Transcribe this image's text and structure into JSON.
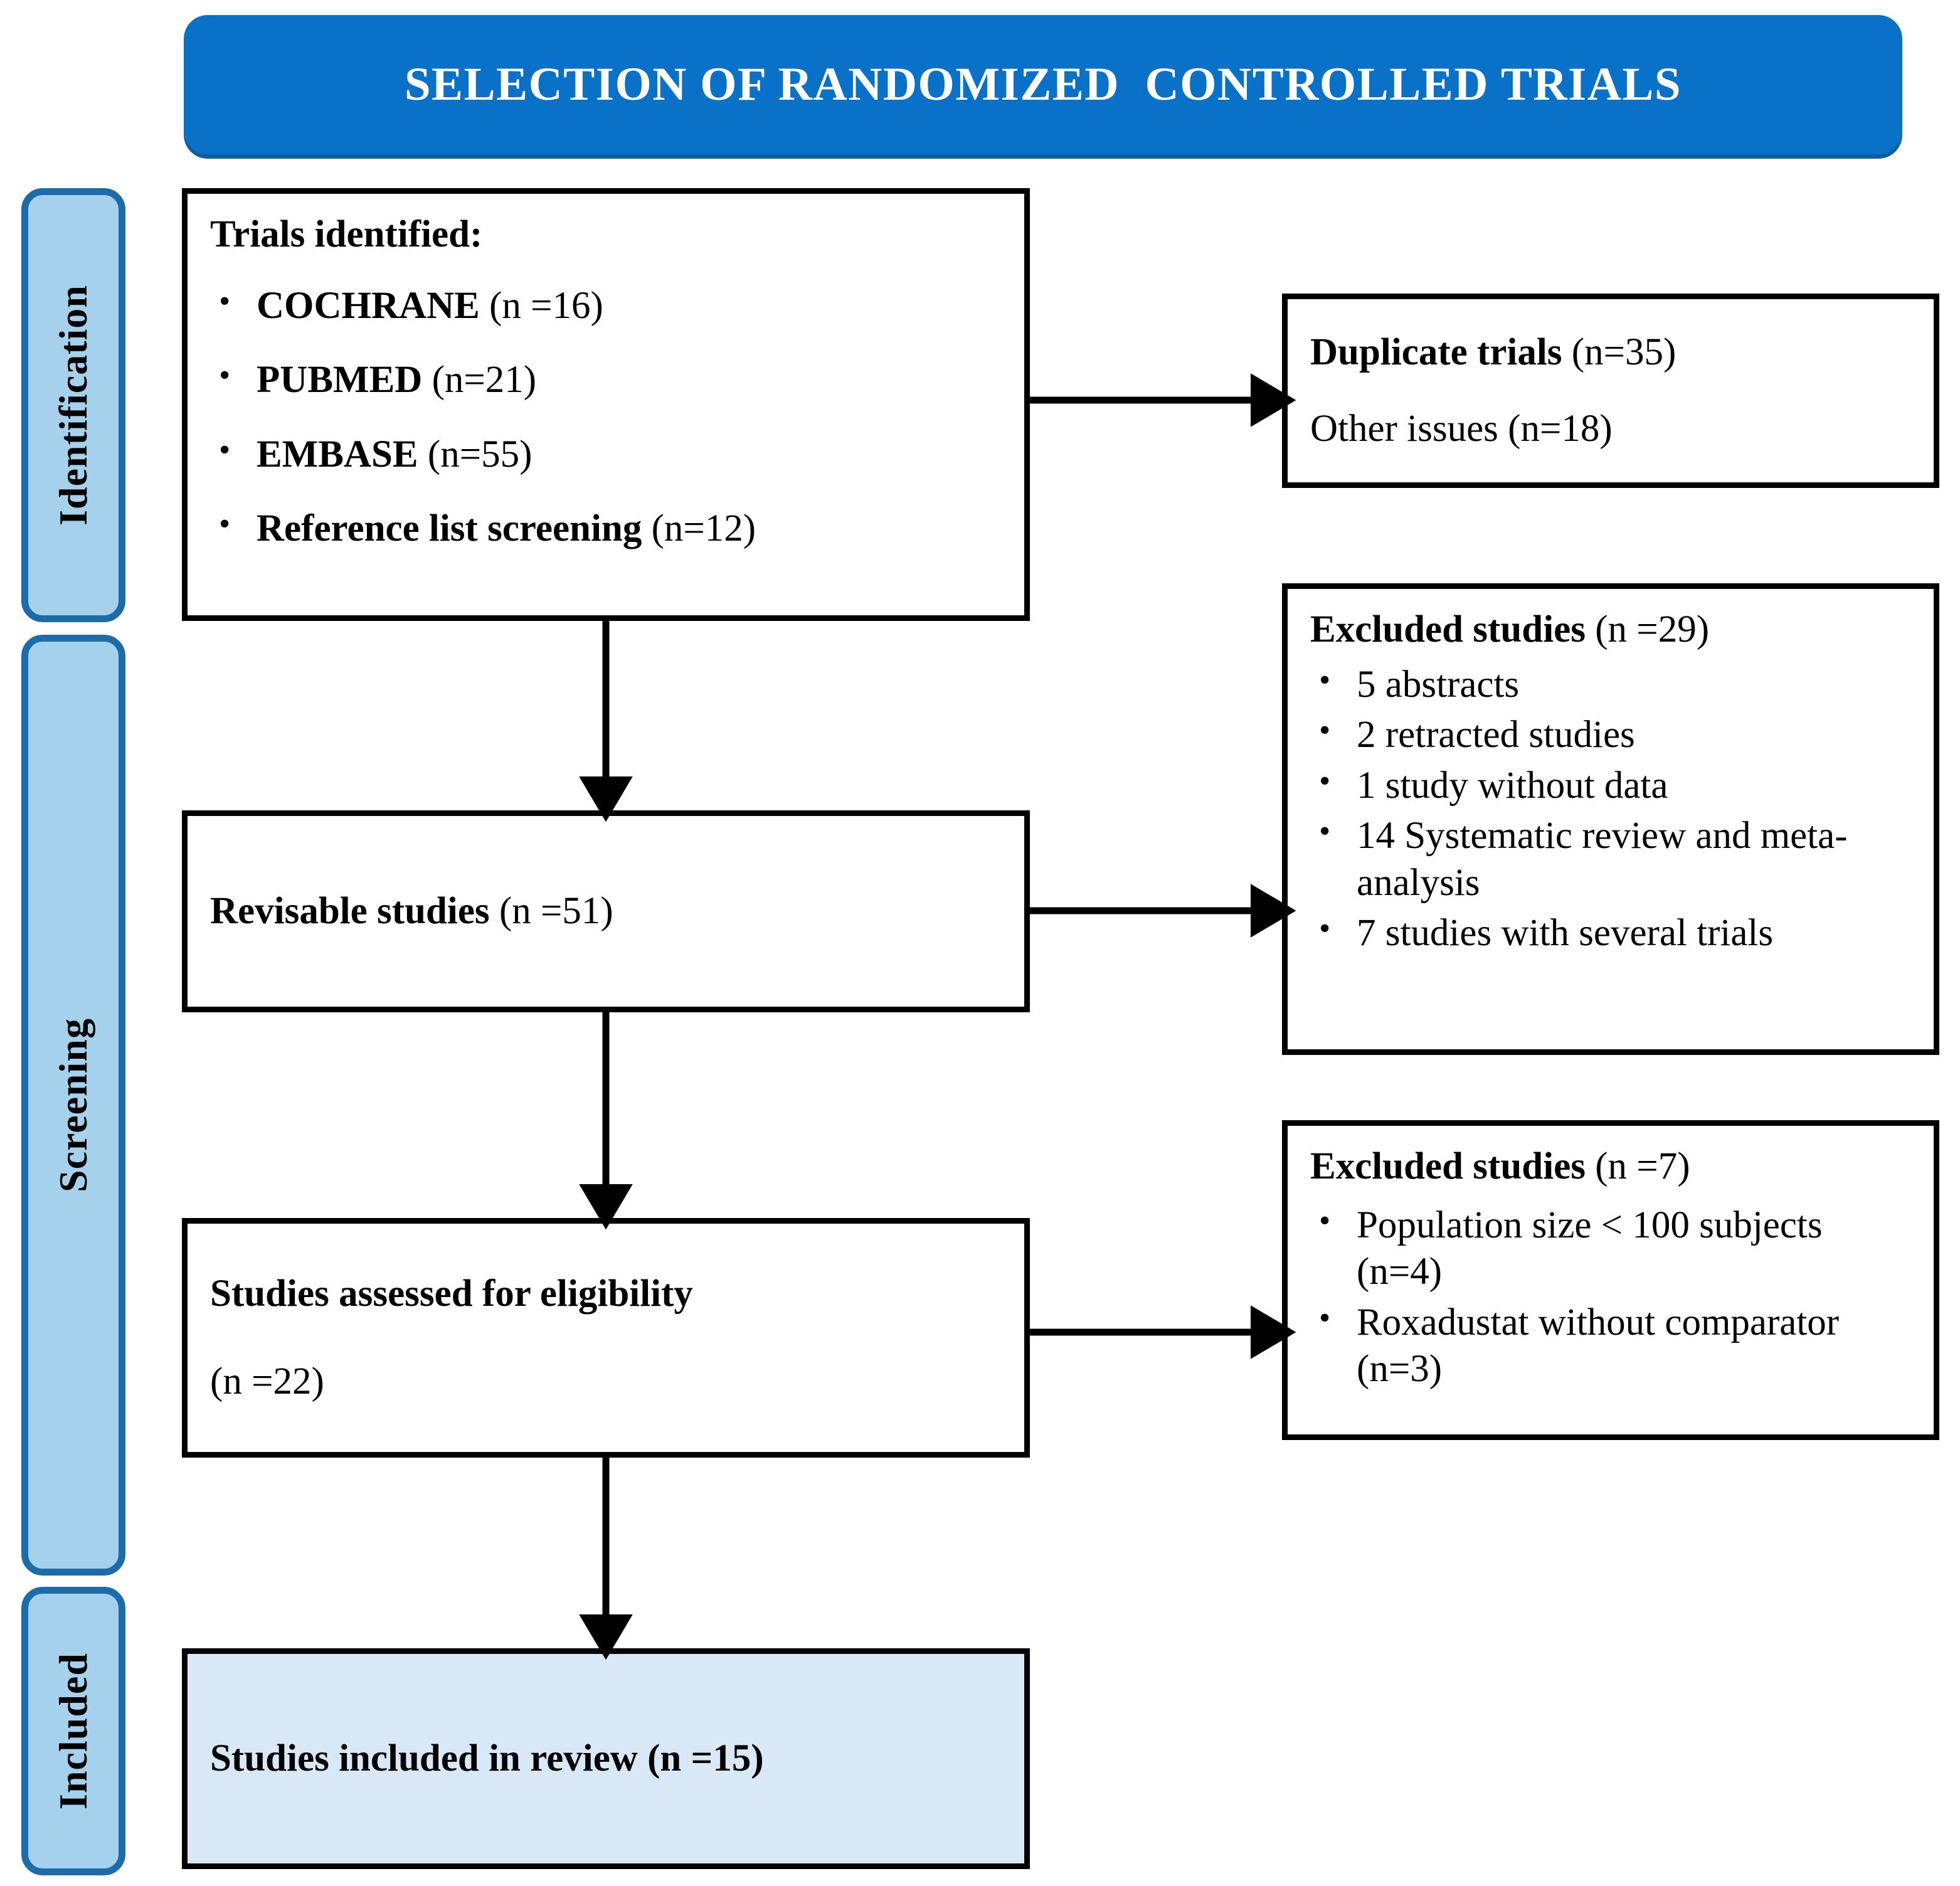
{
  "header": {
    "title": "SELECTION OF RANDOMIZED  CONTROLLED TRIALS",
    "banner_color": "#0a71c8",
    "text_color": "#ffffff"
  },
  "stages": [
    {
      "key": "identification",
      "label": "Identification"
    },
    {
      "key": "screening",
      "label": "Screening"
    },
    {
      "key": "included",
      "label": "Included"
    }
  ],
  "colors": {
    "stage_fill": "#a5d1ec",
    "stage_border": "#1b6ca8",
    "box_border": "#000000",
    "included_fill": "#d9e8f7"
  },
  "boxes": {
    "identified": {
      "heading": "Trials identified:",
      "bullets": [
        {
          "strong": "COCHRANE",
          "rest": " (n =16)"
        },
        {
          "strong": "PUBMED",
          "rest": " (n=21)"
        },
        {
          "strong": "EMBASE",
          "rest": " (n=55)"
        },
        {
          "strong": "Reference list screening",
          "rest": " (n=12)"
        }
      ]
    },
    "duplicates": {
      "line1_strong": "Duplicate trials",
      "line1_rest": " (n=35)",
      "line2": "Other issues  (n=18)"
    },
    "revisable": {
      "strong": "Revisable studies",
      "rest": " (n =51)"
    },
    "excluded_29": {
      "heading_strong": "Excluded studies",
      "heading_rest": " (n =29)",
      "bullets": [
        "5 abstracts",
        "2 retracted studies",
        "1 study without data",
        "14 Systematic review and meta-analysis",
        "7 studies with several  trials"
      ]
    },
    "eligibility": {
      "line1": "Studies assessed for eligibility",
      "line2": "(n =22)"
    },
    "excluded_7": {
      "heading_strong": "Excluded studies",
      "heading_rest": " (n =7)",
      "bullets": [
        "Population size < 100 subjects (n=4)",
        "Roxadustat without comparator (n=3)"
      ]
    },
    "included": {
      "strong": "Studies included in review (n =15)",
      "rest": ""
    }
  },
  "connectors": [
    {
      "name": "identified-to-duplicates",
      "direction": "right"
    },
    {
      "name": "identified-to-revisable",
      "direction": "down"
    },
    {
      "name": "revisable-to-excluded-29",
      "direction": "right"
    },
    {
      "name": "revisable-to-eligibility",
      "direction": "down"
    },
    {
      "name": "eligibility-to-excluded-7",
      "direction": "right"
    },
    {
      "name": "eligibility-to-included",
      "direction": "down"
    }
  ]
}
